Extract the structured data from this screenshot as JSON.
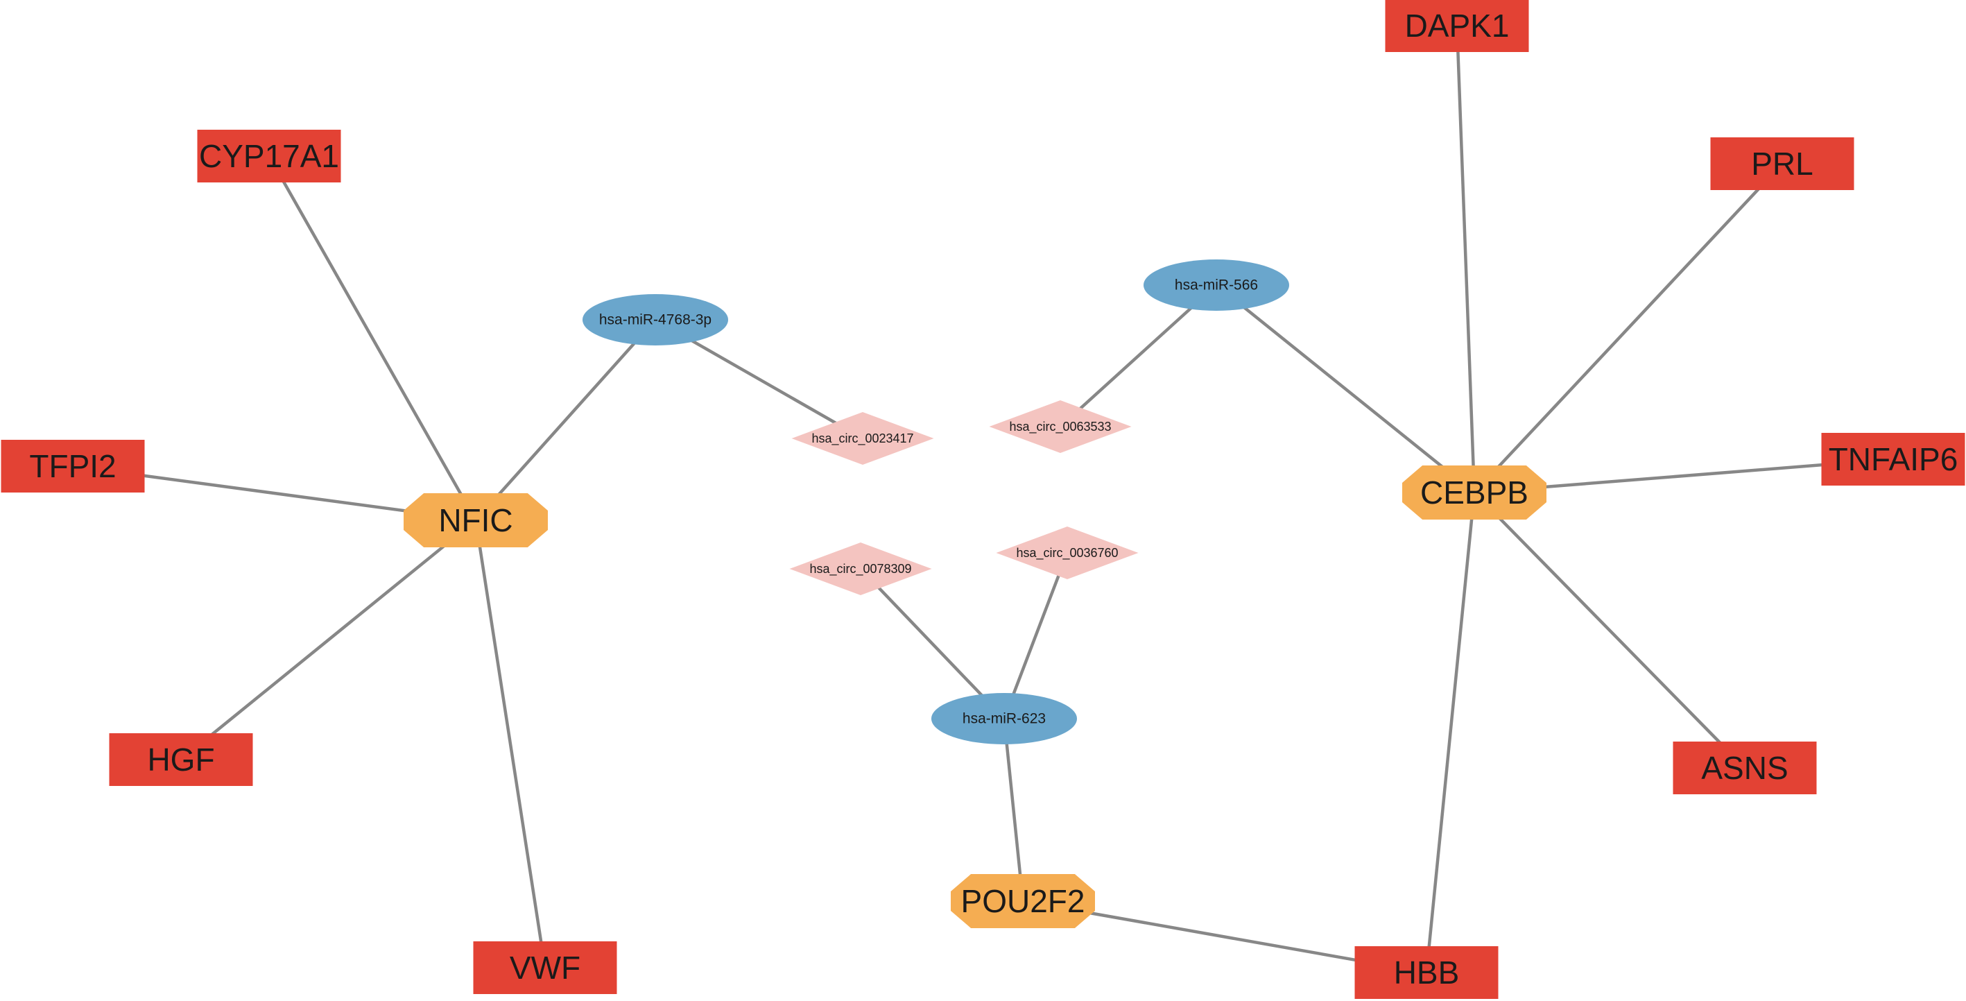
{
  "colors": {
    "gene": "#e34234",
    "tf": "#f5ad52",
    "mirna": "#6aa6cc",
    "circrna": "#f4c4c0",
    "edge": "#878787"
  },
  "nodes": {
    "cyp17a1": {
      "label": "CYP17A1",
      "type": "gene"
    },
    "tfpi2": {
      "label": "TFPI2",
      "type": "gene"
    },
    "hgf": {
      "label": "HGF",
      "type": "gene"
    },
    "vwf": {
      "label": "VWF",
      "type": "gene"
    },
    "dapk1": {
      "label": "DAPK1",
      "type": "gene"
    },
    "prl": {
      "label": "PRL",
      "type": "gene"
    },
    "tnfaip6": {
      "label": "TNFAIP6",
      "type": "gene"
    },
    "asns": {
      "label": "ASNS",
      "type": "gene"
    },
    "hbb": {
      "label": "HBB",
      "type": "gene"
    },
    "nfic": {
      "label": "NFIC",
      "type": "tf"
    },
    "cebpb": {
      "label": "CEBPB",
      "type": "tf"
    },
    "pou2f2": {
      "label": "POU2F2",
      "type": "tf"
    },
    "mir4768": {
      "label": "hsa-miR-4768-3p",
      "type": "mirna"
    },
    "mir566": {
      "label": "hsa-miR-566",
      "type": "mirna"
    },
    "mir623": {
      "label": "hsa-miR-623",
      "type": "mirna"
    },
    "circ0023417": {
      "label": "hsa_circ_0023417",
      "type": "circrna"
    },
    "circ0063533": {
      "label": "hsa_circ_0063533",
      "type": "circrna"
    },
    "circ0078309": {
      "label": "hsa_circ_0078309",
      "type": "circrna"
    },
    "circ0036760": {
      "label": "hsa_circ_0036760",
      "type": "circrna"
    }
  },
  "edges": [
    [
      "nfic",
      "cyp17a1"
    ],
    [
      "nfic",
      "tfpi2"
    ],
    [
      "nfic",
      "hgf"
    ],
    [
      "nfic",
      "vwf"
    ],
    [
      "nfic",
      "mir4768"
    ],
    [
      "mir4768",
      "circ0023417"
    ],
    [
      "mir566",
      "circ0063533"
    ],
    [
      "mir566",
      "cebpb"
    ],
    [
      "cebpb",
      "dapk1"
    ],
    [
      "cebpb",
      "prl"
    ],
    [
      "cebpb",
      "tnfaip6"
    ],
    [
      "cebpb",
      "asns"
    ],
    [
      "cebpb",
      "hbb"
    ],
    [
      "mir623",
      "circ0078309"
    ],
    [
      "mir623",
      "circ0036760"
    ],
    [
      "mir623",
      "pou2f2"
    ],
    [
      "pou2f2",
      "hbb"
    ]
  ]
}
